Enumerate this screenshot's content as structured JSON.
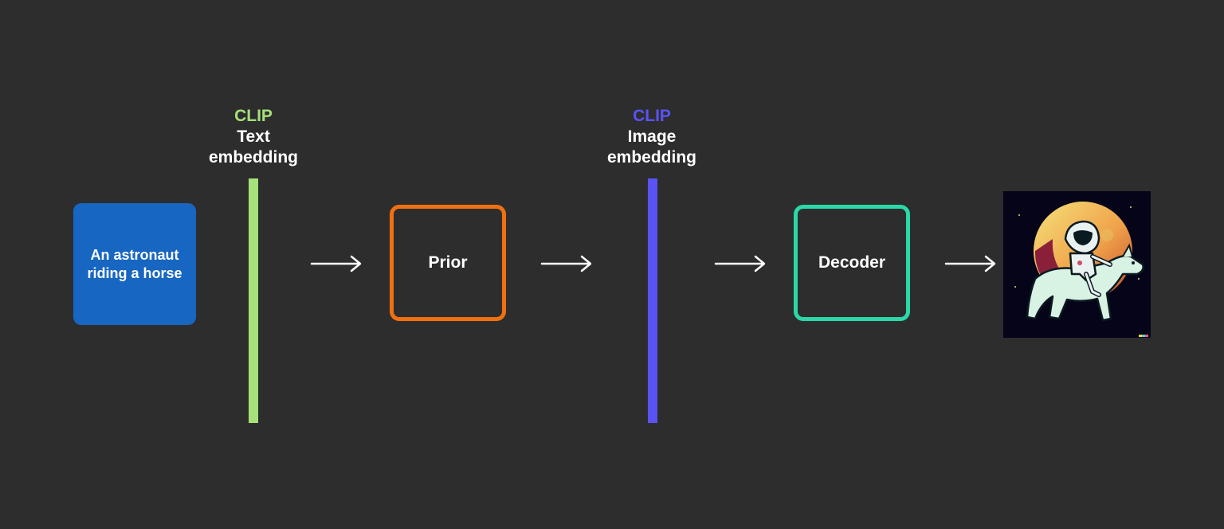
{
  "prompt": {
    "line1": "An astronaut",
    "line2": "riding a horse",
    "color": "#1766c1"
  },
  "text_embedding": {
    "clip_label": "CLIP",
    "line1": "Text",
    "line2": "embedding",
    "color": "#a6e07a"
  },
  "prior": {
    "label": "Prior",
    "color": "#f07011"
  },
  "image_embedding": {
    "clip_label": "CLIP",
    "line1": "Image",
    "line2": "embedding",
    "color": "#5b52f5"
  },
  "decoder": {
    "label": "Decoder",
    "color": "#2ad8a9"
  },
  "arrow_color": "#ffffff",
  "output": {
    "icon": "astronaut-horse-image"
  }
}
